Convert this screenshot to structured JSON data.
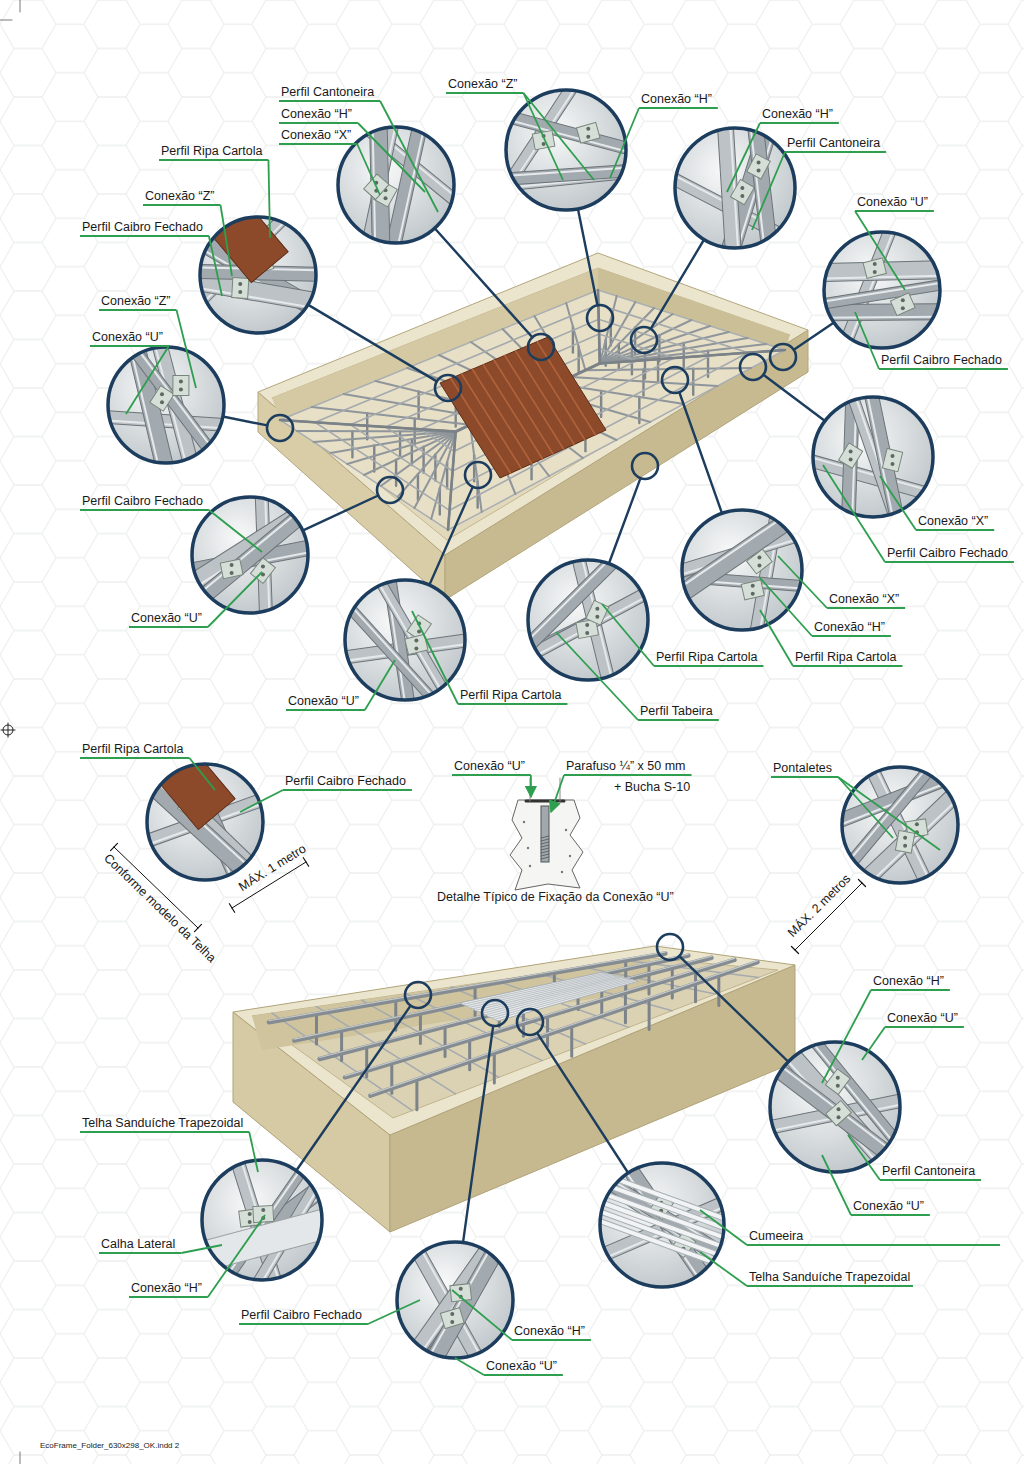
{
  "diagram": {
    "labels": [
      "Perfil Cantoneira",
      "Conexão “H”",
      "Conexão “X”",
      "Perfil Ripa Cartola",
      "Conexão “Z”",
      "Perfil Caibro Fechado",
      "Conexão “Z”",
      "Conexão “U”",
      "Conexão “Z”",
      "Conexão “H”",
      "Conexão “H”",
      "Perfil Cantoneira",
      "Conexão “U”",
      "Perfil Caibro Fechado",
      "Perfil Caibro Fechado",
      "Conexão “U”",
      "Conexão “X”",
      "Perfil Caibro Fechado",
      "Conexão “X”",
      "Conexão “H”",
      "Perfil Ripa Cartola",
      "Perfil Ripa Cartola",
      "Conexão “U”",
      "Perfil Ripa Cartola",
      "Perfil Tabeira",
      "Perfil Ripa Cartola",
      "Perfil Caibro Fechado",
      "Conforme modelo da Telha",
      "MÁX. 1 metro",
      "Conexão “U”",
      "Parafuso ¼” x 50 mm",
      "+ Bucha S-10",
      "Detalhe Típico de Fixação da Conexão “U”",
      "Pontaletes",
      "MÁX. 2 metros",
      "Conexão “H”",
      "Conexão “U”",
      "Telha Sanduíche Trapezoidal",
      "Perfil Cantoneira",
      "Conexão “U”",
      "Cumeeira",
      "Calha Lateral",
      "Telha Sanduíche Trapezoidal",
      "Conexão “H”",
      "Perfil Caibro Fechado",
      "Conexão “H”",
      "Conexão “U”",
      "EcoFrame_Folder_630x298_OK.indd 2"
    ]
  }
}
